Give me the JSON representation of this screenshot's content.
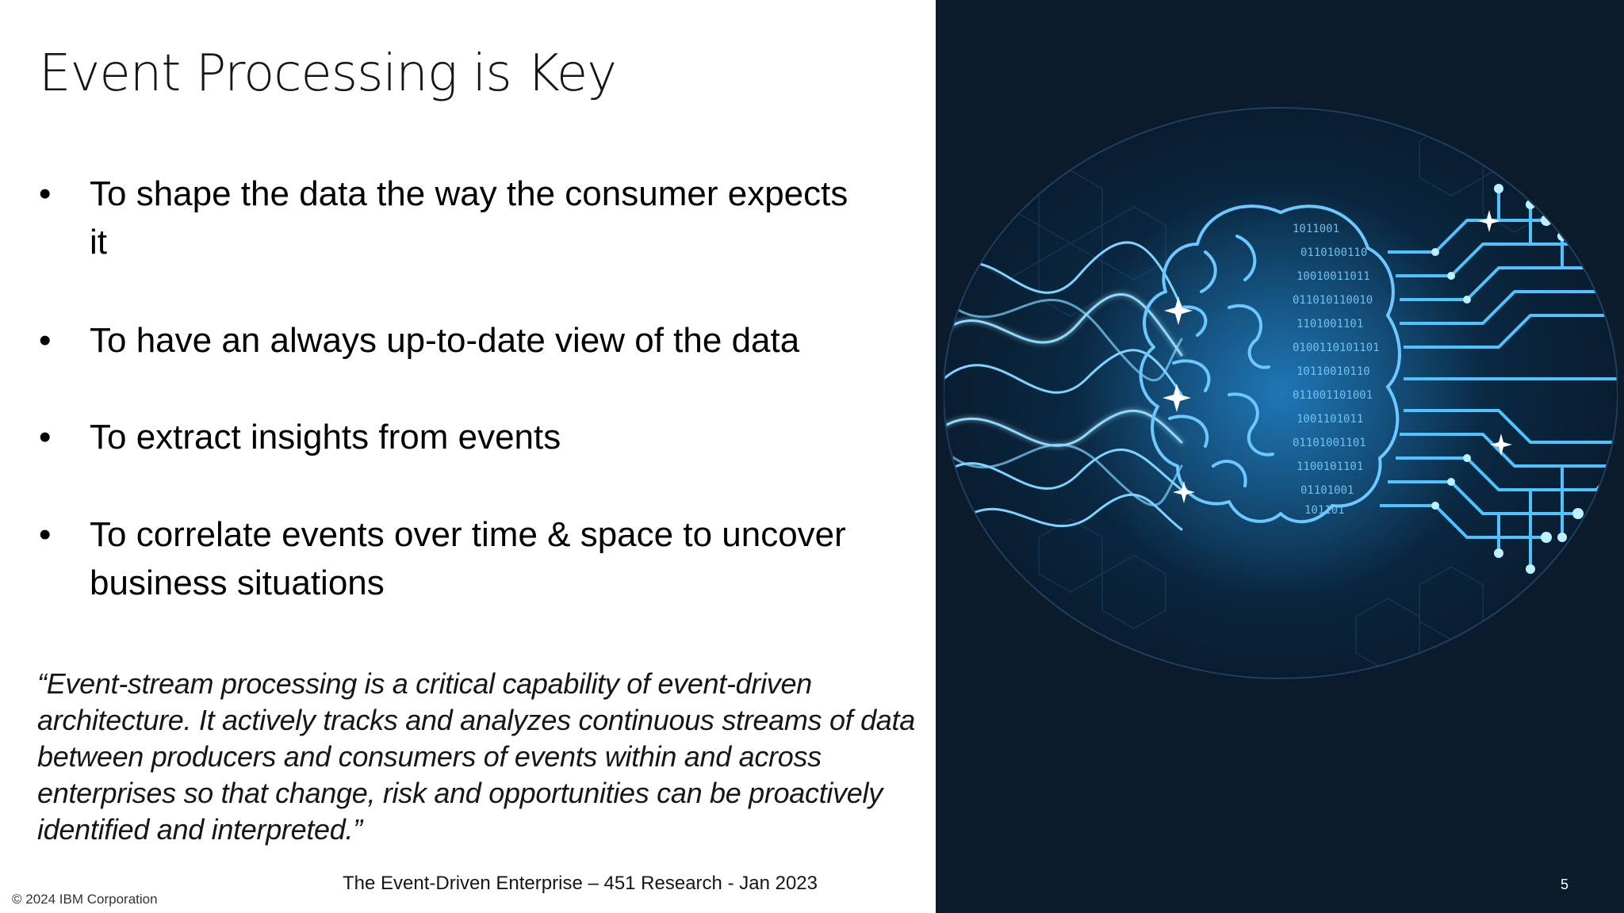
{
  "slide": {
    "title": "Event Processing is Key",
    "bullets": [
      {
        "symbol": "•",
        "text": "To shape the data the way the consumer expects it"
      },
      {
        "symbol": "•",
        "text": "To have an always up-to-date view of the data"
      },
      {
        "symbol": "•",
        "text": "To extract insights from events"
      },
      {
        "symbol": "•",
        "text": "To correlate events over time & space to uncover business situations"
      }
    ],
    "quote": "“Event-stream processing is a critical capability of event-driven architecture. It actively tracks and analyzes continuous streams of data between producers and consumers of events within and across enterprises so that change, risk and opportunities can be proactively identified and interpreted.”",
    "source": "The Event-Driven Enterprise – 451 Research - Jan 2023",
    "copyright": "© 2024 IBM Corporation",
    "page_number": "5"
  },
  "colors": {
    "right_panel": "#0b1b2c",
    "glow": "#4fc3ff",
    "text": "#161616"
  }
}
